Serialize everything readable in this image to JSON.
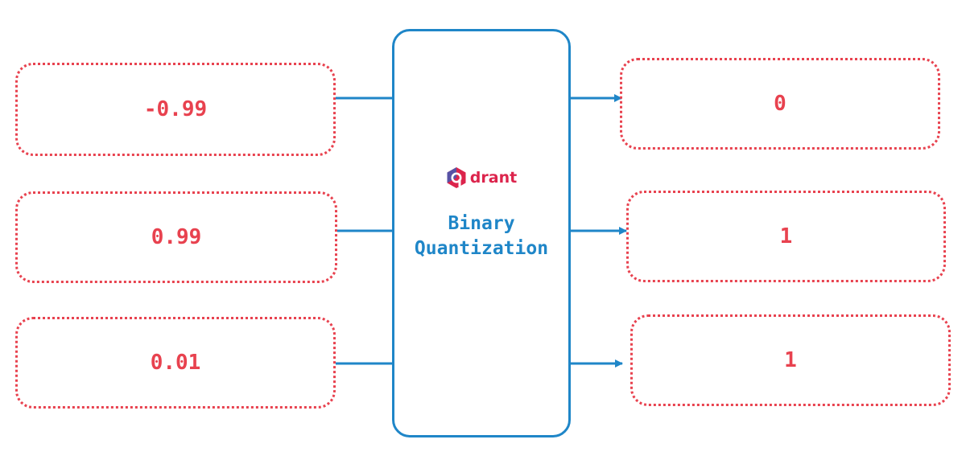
{
  "inputs": [
    "-0.99",
    "0.99",
    "0.01"
  ],
  "outputs": [
    "0",
    "1",
    "1"
  ],
  "processor": {
    "brand_name": "drant",
    "brand_logo_icon": "qdrant-logo-icon",
    "title_line1": "Binary",
    "title_line2": "Quantization"
  },
  "colors": {
    "value_text": "#e8424f",
    "box_border": "#e8424f",
    "accent_blue": "#1f86c8",
    "brand_red": "#dc244c",
    "brand_logo_blue": "#3f5bb5"
  }
}
